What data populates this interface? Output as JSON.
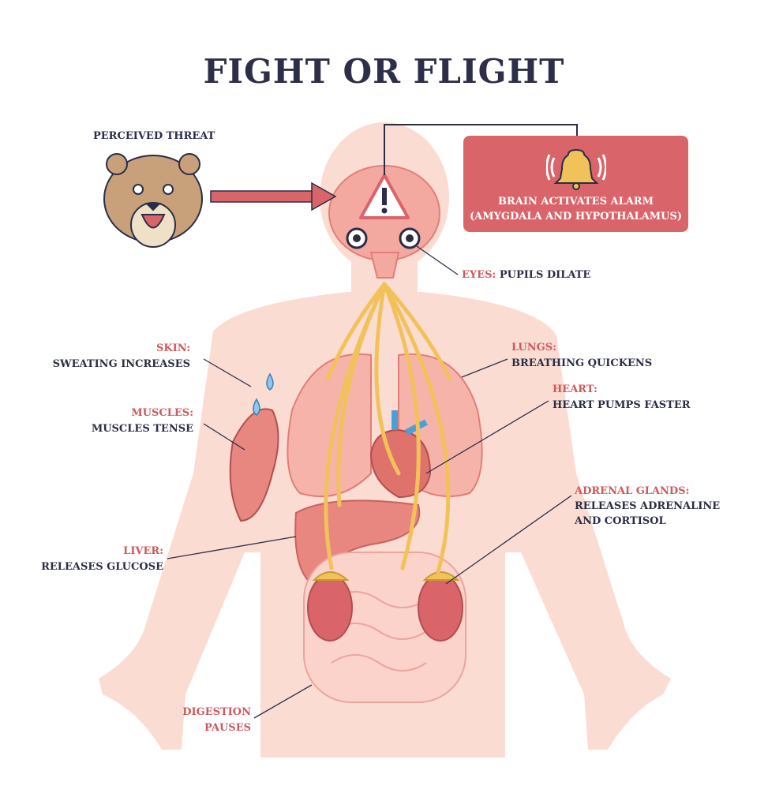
{
  "title": "FIGHT OR FLIGHT",
  "threat": {
    "label": "PERCEIVED THREAT",
    "icon": "tiger-icon"
  },
  "alarm": {
    "line1": "BRAIN ACTIVATES ALARM",
    "line2": "(AMYGDALA AND HYPOTHALAMUS)",
    "icon": "bell-icon",
    "color": "#d9646a"
  },
  "labels": {
    "eyes": {
      "organ": "EYES:",
      "effect": "PUPILS DILATE"
    },
    "skin": {
      "organ": "SKIN:",
      "effect": "SWEATING INCREASES"
    },
    "muscles": {
      "organ": "MUSCLES:",
      "effect": "MUSCLES TENSE"
    },
    "liver": {
      "organ": "LIVER:",
      "effect": "RELEASES GLUCOSE"
    },
    "digestion": {
      "organ": "DIGESTION",
      "effect": "PAUSES"
    },
    "lungs": {
      "organ": "LUNGS:",
      "effect": "BREATHING QUICKENS"
    },
    "heart": {
      "organ": "HEART:",
      "effect": "HEART PUMPS FASTER"
    },
    "adrenal": {
      "organ": "ADRENAL GLANDS:",
      "effect1": "RELEASES ADRENALINE",
      "effect2": "AND CORTISOL"
    }
  },
  "colors": {
    "title": "#2d2f4a",
    "organ_label": "#d0585c",
    "body": "#f9d6cc",
    "arrow": "#f2c25a"
  }
}
